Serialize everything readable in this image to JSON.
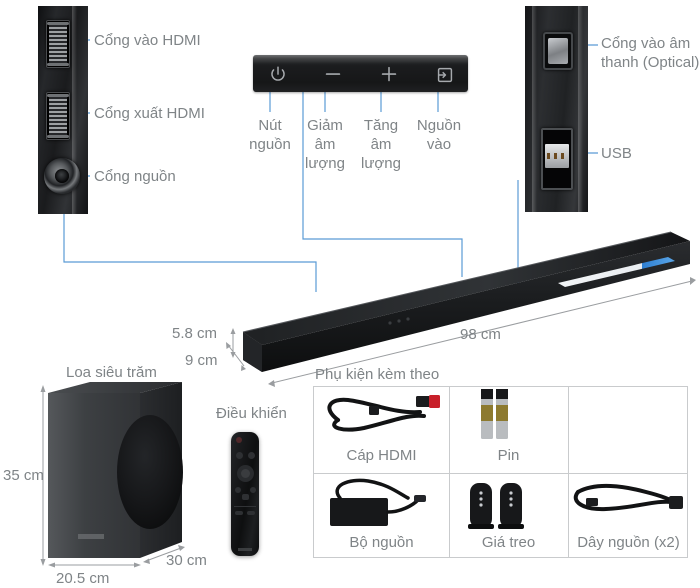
{
  "product": {
    "callouts": [
      {
        "id": "hdmi-in",
        "label": "Cổng vào HDMI"
      },
      {
        "id": "hdmi-out",
        "label": "Cổng xuất HDMI"
      },
      {
        "id": "power-port",
        "label": "Cổng nguồn"
      },
      {
        "id": "optical-in",
        "label": "Cổng vào âm\nthanh (Optical)"
      },
      {
        "id": "usb",
        "label": "USB"
      }
    ],
    "controls": [
      {
        "id": "power-button",
        "icon": "power-icon",
        "label": "Nút\nnguồn"
      },
      {
        "id": "volume-down",
        "icon": "minus-icon",
        "label": "Giảm\nâm\nlượng"
      },
      {
        "id": "volume-up",
        "icon": "plus-icon",
        "label": "Tăng\nâm\nlượng"
      },
      {
        "id": "source-input",
        "icon": "source-icon",
        "label": "Nguồn\nvào"
      }
    ],
    "soundbar_dims": [
      {
        "id": "sb-height",
        "value": "5.8 cm"
      },
      {
        "id": "sb-depth",
        "value": "9 cm"
      },
      {
        "id": "sb-width",
        "value": "98 cm"
      }
    ],
    "subwoofer": {
      "title": "Loa siêu trăm",
      "dims": [
        {
          "id": "sub-height",
          "value": "35 cm"
        },
        {
          "id": "sub-width",
          "value": "20.5 cm"
        },
        {
          "id": "sub-depth",
          "value": "30 cm"
        }
      ]
    },
    "remote": {
      "title": "Điều khiển"
    },
    "accessories": {
      "title": "Phụ kiện kèm theo",
      "items": [
        {
          "id": "hdmi-cable",
          "label": "Cáp HDMI"
        },
        {
          "id": "batteries",
          "label": "Pin"
        },
        {
          "id": "power-adapter",
          "label": "Bộ nguồn"
        },
        {
          "id": "wall-mount",
          "label": "Giá treo"
        },
        {
          "id": "power-cord",
          "label": "Dây nguồn (x2)"
        }
      ]
    }
  },
  "colors": {
    "leader": "#5b9bd5",
    "text": "#7f8487",
    "border": "#c9cbcd",
    "dim": "#9a9da0"
  }
}
